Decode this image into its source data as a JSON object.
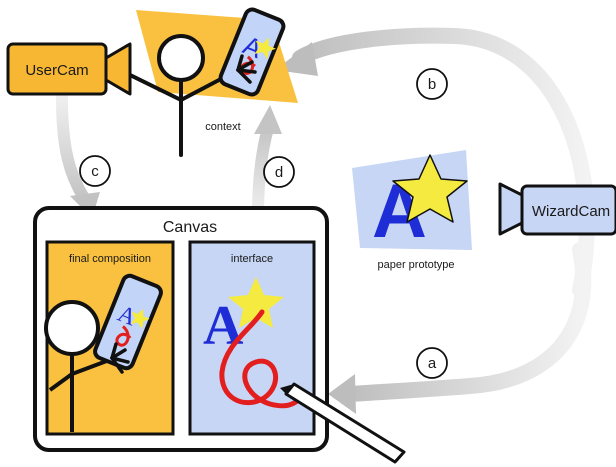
{
  "colors": {
    "orange": "#F9C13F",
    "orange_bright": "#F7B733",
    "blue_light": "#C7D6F5",
    "blue_mid": "#C2D4F7",
    "arrow_gray": "#D4D4D4",
    "black": "#111111",
    "red": "#E21E1E",
    "star_yellow": "#F5EA3F",
    "letter_blue": "#1F2DD6"
  },
  "cameras": {
    "user": {
      "label": "UserCam"
    },
    "wizard": {
      "label": "WizardCam"
    }
  },
  "labels": {
    "context": "context",
    "paper_prototype": "paper prototype",
    "canvas_title": "Canvas",
    "final_composition": "final composition",
    "interface": "interface"
  },
  "markers": {
    "a": "a",
    "b": "b",
    "c": "c",
    "d": "d"
  },
  "glyph": {
    "letter": "A"
  }
}
